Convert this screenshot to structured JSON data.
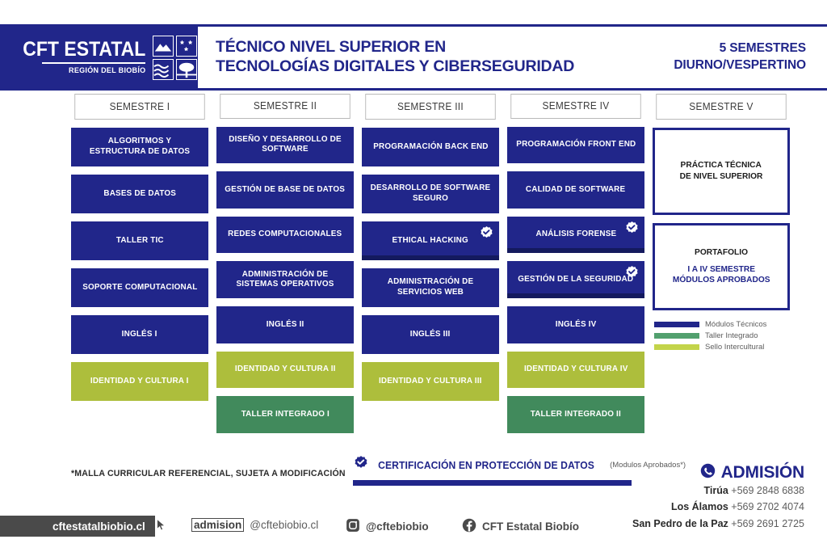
{
  "header": {
    "logo": {
      "name_part1": "CFT",
      "name_part2": "ESTATAL",
      "subtitle": "REGIÓN DEL BIOBÍO",
      "icons": [
        "mountain-icon",
        "stars-icon",
        "waves-icon",
        "tree-icon"
      ]
    },
    "title_line1": "TÉCNICO NIVEL SUPERIOR EN",
    "title_line2": "TECNOLOGÍAS DIGITALES Y CIBERSEGURIDAD",
    "duration": "5 SEMESTRES",
    "schedule": "DIURNO/VESPERTINO",
    "brand_color": "#21268a"
  },
  "columns": [
    {
      "header": "SEMESTRE I",
      "modules": [
        {
          "label": "ALGORITMOS Y ESTRUCTURA DE DATOS",
          "type": "tech",
          "certified": false
        },
        {
          "label": "BASES DE DATOS",
          "type": "tech",
          "certified": false
        },
        {
          "label": "TALLER TIC",
          "type": "tech",
          "certified": false
        },
        {
          "label": "SOPORTE COMPUTACIONAL",
          "type": "tech",
          "certified": false
        },
        {
          "label": "INGLÉS I",
          "type": "tech",
          "certified": false
        },
        {
          "label": "IDENTIDAD Y CULTURA I",
          "type": "sello",
          "certified": false
        }
      ]
    },
    {
      "header": "SEMESTRE II",
      "modules": [
        {
          "label": "DISEÑO Y DESARROLLO DE SOFTWARE",
          "type": "tech",
          "certified": false
        },
        {
          "label": "GESTIÓN DE BASE DE DATOS",
          "type": "tech",
          "certified": false
        },
        {
          "label": "REDES COMPUTACIONALES",
          "type": "tech",
          "certified": false
        },
        {
          "label": "ADMINISTRACIÓN DE SISTEMAS OPERATIVOS",
          "type": "tech",
          "certified": false
        },
        {
          "label": "INGLÉS II",
          "type": "tech",
          "certified": false
        },
        {
          "label": "IDENTIDAD Y CULTURA II",
          "type": "sello",
          "certified": false
        },
        {
          "label": "TALLER INTEGRADO I",
          "type": "taller",
          "certified": false
        }
      ]
    },
    {
      "header": "SEMESTRE III",
      "modules": [
        {
          "label": "PROGRAMACIÓN BACK END",
          "type": "tech",
          "certified": false
        },
        {
          "label": "DESARROLLO DE SOFTWARE SEGURO",
          "type": "tech",
          "certified": false
        },
        {
          "label": "ETHICAL HACKING",
          "type": "tech",
          "certified": true
        },
        {
          "label": "ADMINISTRACIÓN DE SERVICIOS WEB",
          "type": "tech",
          "certified": false
        },
        {
          "label": "INGLÉS III",
          "type": "tech",
          "certified": false
        },
        {
          "label": "IDENTIDAD Y CULTURA III",
          "type": "sello",
          "certified": false
        }
      ]
    },
    {
      "header": "SEMESTRE IV",
      "modules": [
        {
          "label": "PROGRAMACIÓN FRONT END",
          "type": "tech",
          "certified": false
        },
        {
          "label": "CALIDAD DE SOFTWARE",
          "type": "tech",
          "certified": false
        },
        {
          "label": "ANÁLISIS FORENSE",
          "type": "tech",
          "certified": true
        },
        {
          "label": "GESTIÓN DE LA SEGURIDAD",
          "type": "tech",
          "certified": true
        },
        {
          "label": "INGLÉS IV",
          "type": "tech",
          "certified": false
        },
        {
          "label": "IDENTIDAD Y CULTURA IV",
          "type": "sello",
          "certified": false
        },
        {
          "label": "TALLER INTEGRADO II",
          "type": "taller",
          "certified": false
        }
      ]
    }
  ],
  "column5": {
    "header": "SEMESTRE V",
    "practica": {
      "line1": "PRÁCTICA TÉCNICA",
      "line2": "DE NIVEL SUPERIOR"
    },
    "portafolio": {
      "title": "PORTAFOLIO",
      "sub_line1": "I A IV SEMESTRE",
      "sub_line2": "MÓDULOS APROBADOS"
    }
  },
  "legend": [
    {
      "label": "Módulos Técnicos",
      "color": "#21268a"
    },
    {
      "label": "Taller Integrado",
      "color": "#52a06e"
    },
    {
      "label": "Sello Intercultural",
      "color": "#c3d44a"
    }
  ],
  "footer_notes": {
    "disclaimer": "*MALLA CURRICULAR REFERENCIAL, SUJETA A MODIFICACIÓN",
    "certification_title": "CERTIFICACIÓN EN PROTECCIÓN DE DATOS",
    "certification_note": "(Modulos Aprobados*)"
  },
  "admision": {
    "title": "ADMISIÓN",
    "contacts": [
      {
        "city": "Tirúa",
        "phone": "+569 2848 6838"
      },
      {
        "city": "Los Álamos",
        "phone": "+569 2702 4074"
      },
      {
        "city": "San Pedro de la Paz",
        "phone": "+569 2691 2725"
      }
    ]
  },
  "footer": {
    "website": "cftestatalbiobio.cl",
    "email_user": "admision",
    "email_domain": "@cftebiobio.cl",
    "instagram": "@cftebiobio",
    "facebook": "CFT Estatal Biobío"
  }
}
